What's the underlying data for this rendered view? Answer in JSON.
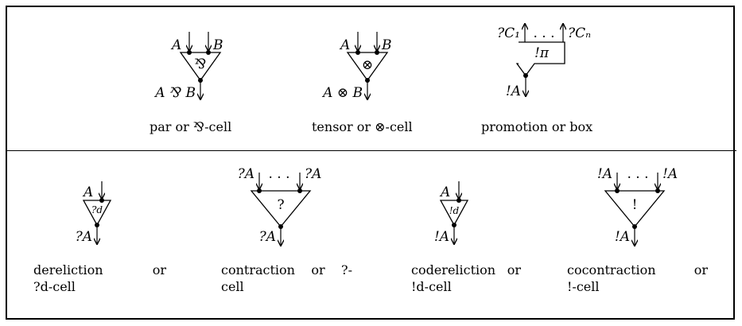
{
  "cells": {
    "par": {
      "in_left": "A",
      "in_right": "B",
      "symbol": "⅋",
      "out": "A ⅋ B",
      "caption": "par or ⅋-cell"
    },
    "tensor": {
      "in_left": "A",
      "in_right": "B",
      "symbol": "⊗",
      "out": "A ⊗ B",
      "caption": "tensor or ⊗-cell"
    },
    "promotion": {
      "aux_left": "?C₁",
      "dots": ". . .",
      "aux_right": "?Cₙ",
      "box": "!π",
      "out": "!A",
      "caption": "promotion or box"
    },
    "dereliction": {
      "in": "A",
      "symbol": "?d",
      "out": "?A",
      "caption_line1": "dereliction or",
      "caption_line2": "?d-cell"
    },
    "contraction": {
      "in_left": "?A",
      "dots": ". . .",
      "in_right": "?A",
      "symbol": "?",
      "out": "?A",
      "caption_line1": "contraction or ?-",
      "caption_line2": "cell"
    },
    "codereliction": {
      "in": "A",
      "symbol": "!d",
      "out": "!A",
      "caption_line1": "codereliction or",
      "caption_line2": "!d-cell"
    },
    "cocontraction": {
      "in_left": "!A",
      "dots": ". . .",
      "in_right": "!A",
      "symbol": "!",
      "out": "!A",
      "caption_line1": "cocontraction or",
      "caption_line2": "!-cell"
    }
  }
}
